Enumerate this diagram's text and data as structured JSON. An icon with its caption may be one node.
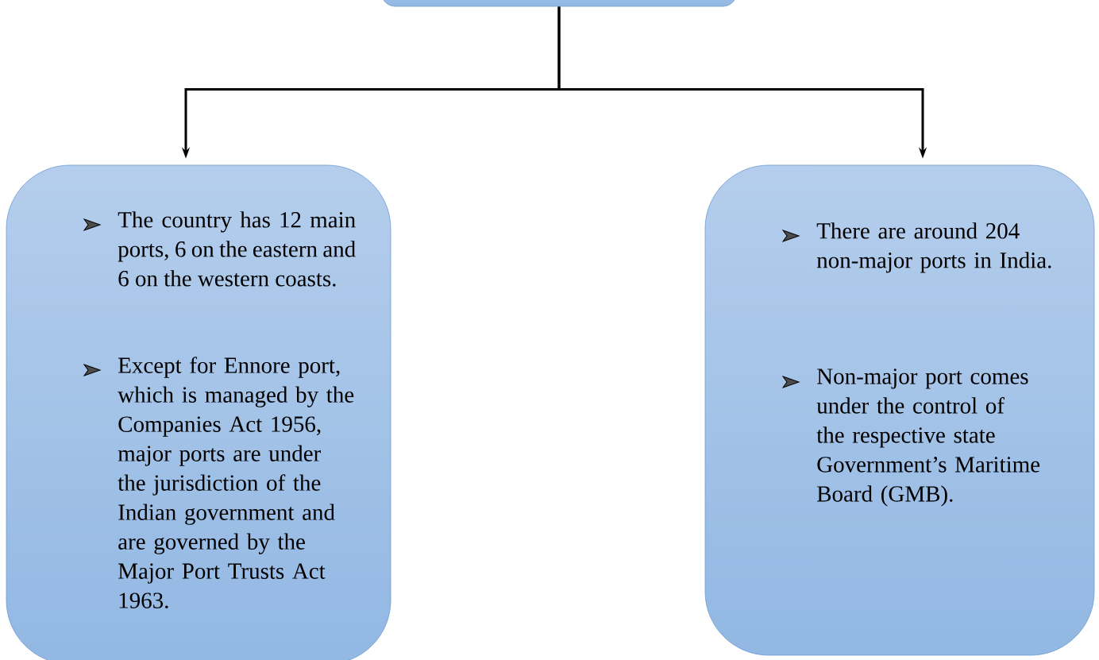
{
  "diagram": {
    "nodes": [
      {
        "text": [],
        "shape": "box"
      },
      {
        "text": [
          "The country has 12 main ports, 6 on the eastern and 6 on the western coasts.",
          "Except for Ennore port, which is managed by the Companies Act 1956, major ports are under the jurisdiction of the Indian government and are governed by the Major Port Trusts Act 1963."
        ]
      },
      {
        "text": [
          "There are around 204 non-major ports in India.",
          "Non-major port comes under the control of the respective state Government’s Maritime Board (GMB)."
        ]
      }
    ],
    "edges": [
      {
        "from": 0,
        "to": 1,
        "arrow": "to"
      },
      {
        "from": 0,
        "to": 2,
        "arrow": "to"
      }
    ]
  }
}
